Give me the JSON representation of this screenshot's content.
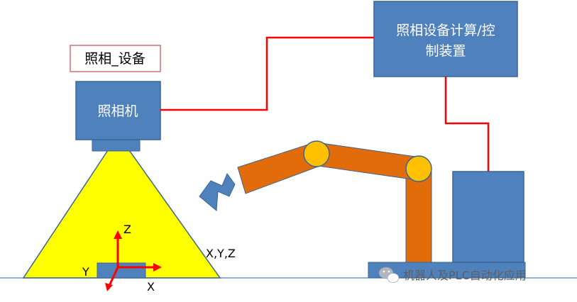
{
  "labels": {
    "camera_device": "照相_设备",
    "camera": "照相机",
    "controller_line1": "照相设备计算/控",
    "controller_line2": "制装置",
    "axis_z": "Z",
    "axis_y": "Y",
    "axis_x": "X",
    "coords": "X,Y,Z",
    "watermark": "机器人及PLC自动化应用"
  },
  "colors": {
    "box_fill": "#4f81bd",
    "box_stroke": "#3a6596",
    "wire": "#ff0000",
    "robot_arm": "#e36c0a",
    "joint": "#ffc000",
    "light_cone": "#ffff00",
    "axis": "#ff0000",
    "arrow": "#4f81bd"
  },
  "icons": {
    "watermark": "wechat-icon"
  }
}
